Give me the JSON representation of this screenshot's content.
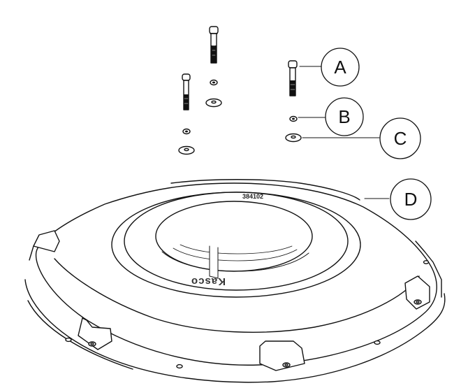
{
  "diagram": {
    "callouts": [
      {
        "id": "a",
        "label": "A"
      },
      {
        "id": "b",
        "label": "B"
      },
      {
        "id": "c",
        "label": "C"
      },
      {
        "id": "d",
        "label": "D"
      }
    ],
    "part_number": "384102",
    "logo": "Kasco"
  },
  "colors": {
    "line": "#111111",
    "fill": "#ffffff",
    "inner_gray": "#f2f2f2"
  }
}
